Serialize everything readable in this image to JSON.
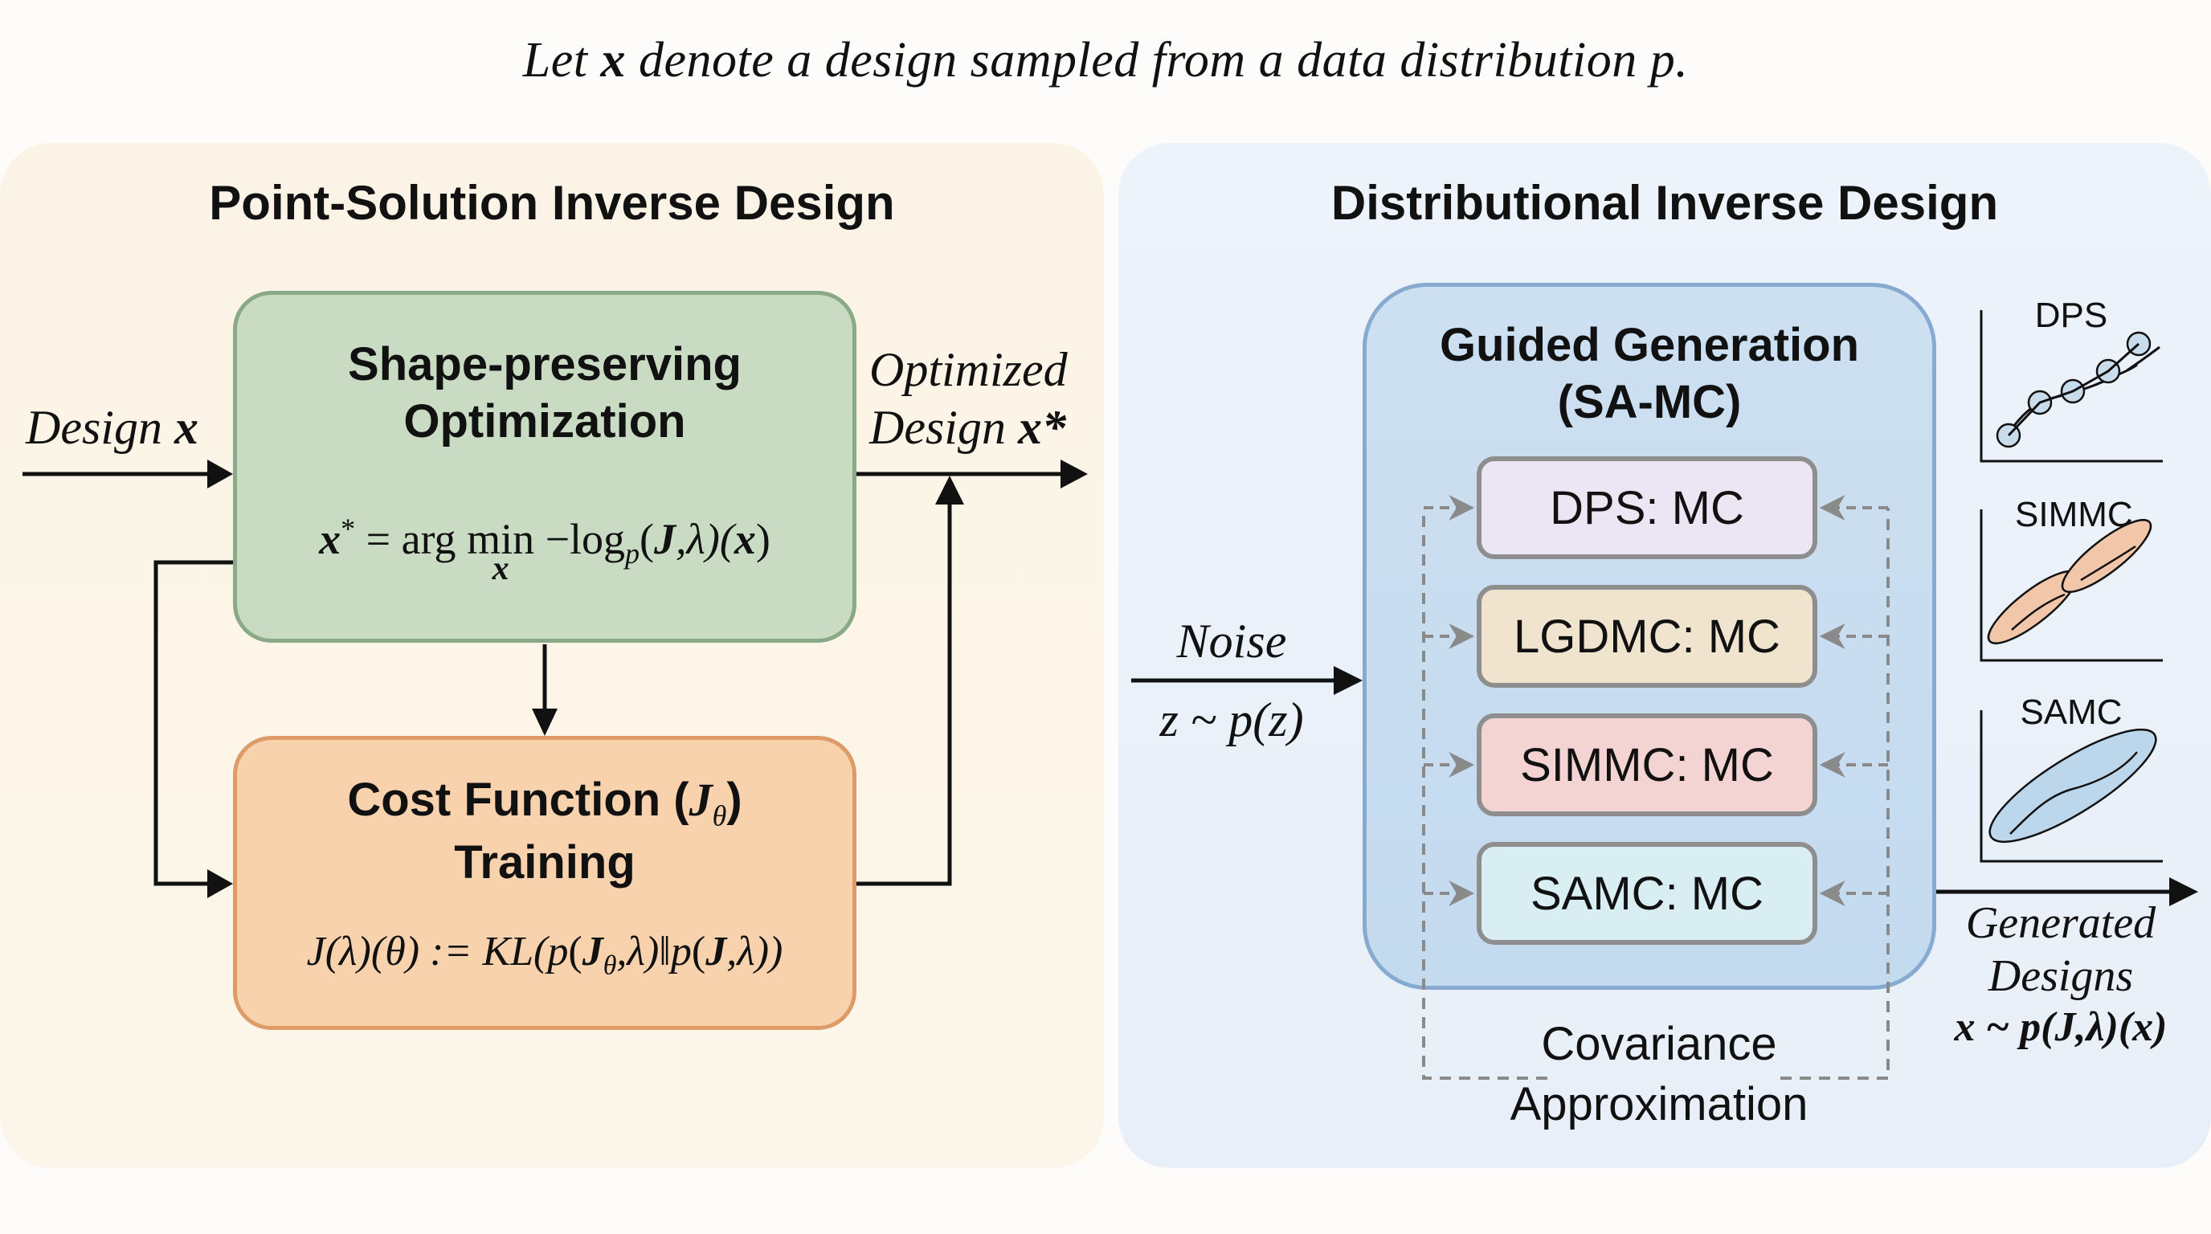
{
  "caption": {
    "prefix": "Let ",
    "var": "x",
    "suffix": " denote a design sampled from a data distribution p."
  },
  "left_panel": {
    "title": "Point-Solution Inverse Design",
    "background_color": "#fbf4e6",
    "input_label": {
      "text": "Design ",
      "var": "x"
    },
    "output_label": {
      "line1": "Optimized",
      "line2": "Design ",
      "var": "x*"
    },
    "optimization_box": {
      "title_line1": "Shape-preserving",
      "title_line2": "Optimization",
      "formula": "x* = arg min −log_p(J,λ)(x)",
      "formula_parts": {
        "lhs": "x",
        "sup": "*",
        "eq": " = arg ",
        "min": "min",
        "under": "x",
        "rest1": " −log",
        "sub": "p",
        "rest2": "(",
        "J": "J",
        "rest3": ",λ)(",
        "x2": "x",
        "rest4": ")"
      },
      "fill_color": "#c9dcc3",
      "border_color": "#8aa986"
    },
    "cost_box": {
      "title_line1": "Cost Function (",
      "title_J": "J",
      "title_sub": "θ",
      "title_end": ")",
      "title_line2": "Training",
      "formula": "J(λ)(θ) := KL(p(J_θ,λ) ‖ p(J,λ))",
      "formula_parts": {
        "a": "J(λ)(θ) := KL(",
        "p1": "p",
        "b": "(",
        "J1": "J",
        "sub": "θ",
        "c": ",λ)‖",
        "p2": "p",
        "d": "(",
        "J2": "J",
        "e": ",λ))"
      },
      "fill_color": "#f8d2ad",
      "border_color": "#dd9c67"
    }
  },
  "right_panel": {
    "title": "Distributional Inverse Design",
    "background_color": "#edf3fa",
    "noise_label": {
      "line1": "Noise",
      "line2": "z ~ p(z)"
    },
    "guided_box": {
      "title_line1": "Guided Generation",
      "title_line2": "(SA-MC)",
      "fill_color": "#c8dcf0",
      "border_color": "#86aad0",
      "methods": [
        {
          "label": "DPS: MC",
          "color": "#ece6f4"
        },
        {
          "label": "LGDMC: MC",
          "color": "#f1e4cf"
        },
        {
          "label": "SIMMC: MC",
          "color": "#f4d3d3"
        },
        {
          "label": "SAMC: MC",
          "color": "#d8eef3"
        }
      ]
    },
    "covariance_label": {
      "line1": "Covariance",
      "line2": "Approximation"
    },
    "output_label": {
      "line1": "Generated",
      "line2": "Designs",
      "line3": "x ~ p(J,λ)(x)"
    },
    "mini_plots": [
      {
        "title": "DPS",
        "kind": "points-on-curve",
        "fill": "#c9dcec"
      },
      {
        "title": "SIMMC",
        "kind": "two-ellipses",
        "fill": "#f2c6a8"
      },
      {
        "title": "SAMC",
        "kind": "single-ellipse",
        "fill": "#bcd6ec"
      }
    ]
  }
}
